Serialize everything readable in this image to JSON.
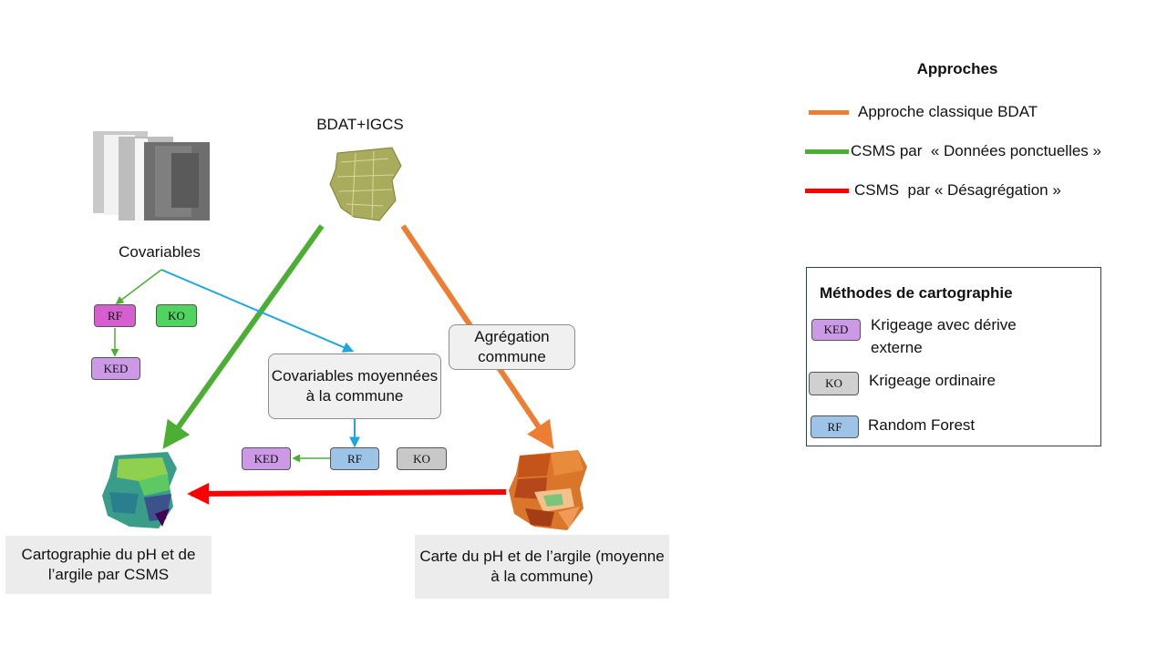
{
  "nodes": {
    "bdat_title": "BDAT+IGCS",
    "covariables": "Covariables",
    "aggregation": "Agrégation commune",
    "covariables_mean": "Covariables moyennées à la commune",
    "carto_csms": "Cartographie du pH et de l’argile par CSMS",
    "carte_commune": "Carte du pH et de l’argile (moyenne à la commune)"
  },
  "tags": {
    "rf": "RF",
    "ko": "KO",
    "ked": "KED"
  },
  "legend_approches": {
    "title": "Approches",
    "items": [
      {
        "label": "Approche classique BDAT",
        "color": "#ed7d31"
      },
      {
        "label": "CSMS par  « Données ponctuelles »",
        "color": "#4caf33"
      },
      {
        "label": "CSMS  par « Désagrégation »",
        "color": "#ff0000"
      }
    ]
  },
  "legend_methodes": {
    "title": "Méthodes de cartographie",
    "items": [
      {
        "code": "KED",
        "label": "Krigeage avec dérive externe",
        "color": "#cc99e6"
      },
      {
        "code": "KO",
        "label": "Krigeage ordinaire",
        "color": "#d0d0d0"
      },
      {
        "code": "RF",
        "label": "Random Forest",
        "color": "#9dc3e6"
      }
    ]
  },
  "colors": {
    "orange": "#ed7d31",
    "green": "#4caf33",
    "red": "#ff0000",
    "blue": "#1ea7de",
    "rf_magenta": "#d65fd0",
    "ko_green": "#4fd45f",
    "ked_purple": "#cc99e6",
    "rf_blue": "#9dc3e6",
    "ko_gray": "#c8c8c8"
  }
}
